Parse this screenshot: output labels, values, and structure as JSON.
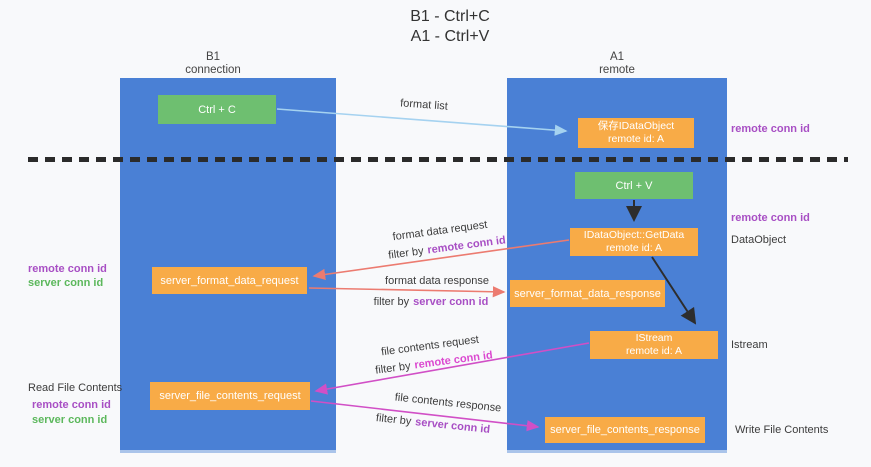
{
  "title": {
    "line1": "B1 - Ctrl+C",
    "line2": "A1 - Ctrl+V"
  },
  "columns": {
    "left": {
      "header_line1": "B1",
      "header_line2": "connection"
    },
    "right": {
      "header_line1": "A1",
      "header_line2": "remote"
    }
  },
  "nodes": {
    "ctrl_c": {
      "label": "Ctrl + C"
    },
    "ctrl_v": {
      "label": "Ctrl + V"
    },
    "save_dataobject": {
      "line1": "保存IDataObject",
      "line2": "remote id: A"
    },
    "getdata": {
      "line1": "IDataObject::GetData",
      "line2": "remote id: A"
    },
    "istream": {
      "line1": "IStream",
      "line2": "remote id: A"
    },
    "format_request": {
      "label": "server_format_data_request"
    },
    "format_response": {
      "label": "server_format_data_response"
    },
    "file_request": {
      "label": "server_file_contents_request"
    },
    "file_response": {
      "label": "server_file_contents_response"
    }
  },
  "messages": {
    "format_list": {
      "label": "format list"
    },
    "format_data_request": {
      "label": "format data request",
      "filter_prefix": "filter by",
      "filter_value": "remote conn id"
    },
    "format_data_response": {
      "label": "format data response",
      "filter_prefix": "filter by",
      "filter_value": "server conn id"
    },
    "file_contents_request": {
      "label": "file contents request",
      "filter_prefix": "filter by",
      "filter_value": "remote conn id"
    },
    "file_contents_response": {
      "label": "file contents response",
      "filter_prefix": "filter by",
      "filter_value": "server conn id"
    }
  },
  "annotations": {
    "right_remote_conn_top": "remote conn id",
    "right_remote_conn_mid": "remote conn id",
    "dataobject": "DataObject",
    "istream": "Istream",
    "write_file": "Write File Contents",
    "left_remote_conn_top": "remote conn id",
    "left_server_conn_top": "server conn id",
    "read_file": "Read File Contents",
    "left_remote_conn_bottom": "remote conn id",
    "left_server_conn_bottom": "server conn id"
  },
  "colors": {
    "column_blue": "#4a80d5",
    "box_orange": "#f8ab47",
    "box_green": "#6ebf70",
    "arrow_light_blue": "#a5d2f0",
    "arrow_red": "#ec7b70",
    "arrow_magenta": "#d14fc6",
    "arrow_black": "#2d2d2d",
    "label_purple": "#a84fc4",
    "label_magenta": "#db49d0",
    "label_green": "#5cb85c",
    "text_dark": "#3c3c3c",
    "background": "#f8f9fb"
  }
}
